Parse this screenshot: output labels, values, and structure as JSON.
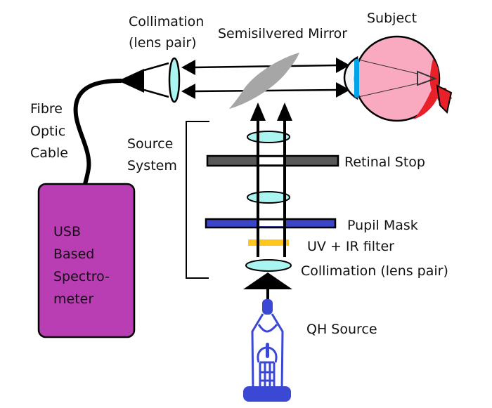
{
  "diagram": {
    "title": "Retinal reflectometry optical setup",
    "labels": {
      "collimation_top_line1": "Collimation",
      "collimation_top_line2": "(lens pair)",
      "mirror": "Semisilvered Mirror",
      "subject": "Subject",
      "fibre_line1": "Fibre",
      "fibre_line2": "Optic",
      "fibre_line3": "Cable",
      "source_line1": "Source",
      "source_line2": "System",
      "spectrometer_line1": "USB",
      "spectrometer_line2": "Based",
      "spectrometer_line3": "Spectro-",
      "spectrometer_line4": "meter",
      "retinal_stop": "Retinal Stop",
      "pupil_mask": "Pupil Mask",
      "uv_ir_filter": "UV + IR filter",
      "collimation_bottom": "Collimation (lens pair)",
      "qh_source": "QH Source"
    },
    "colors": {
      "lens": "#aaf5f2",
      "mirror": "#a6a6a6",
      "eye": "#f9a9c0",
      "retina": "#e8202a",
      "cornea": "#f4f4f4",
      "pupil_lens": "#00a2e8",
      "spectrometer": "#b93db3",
      "retinal_stop": "#595959",
      "pupil_mask": "#3a45c8",
      "filter": "#ffc61e",
      "lamp": "#3b48d4"
    }
  }
}
